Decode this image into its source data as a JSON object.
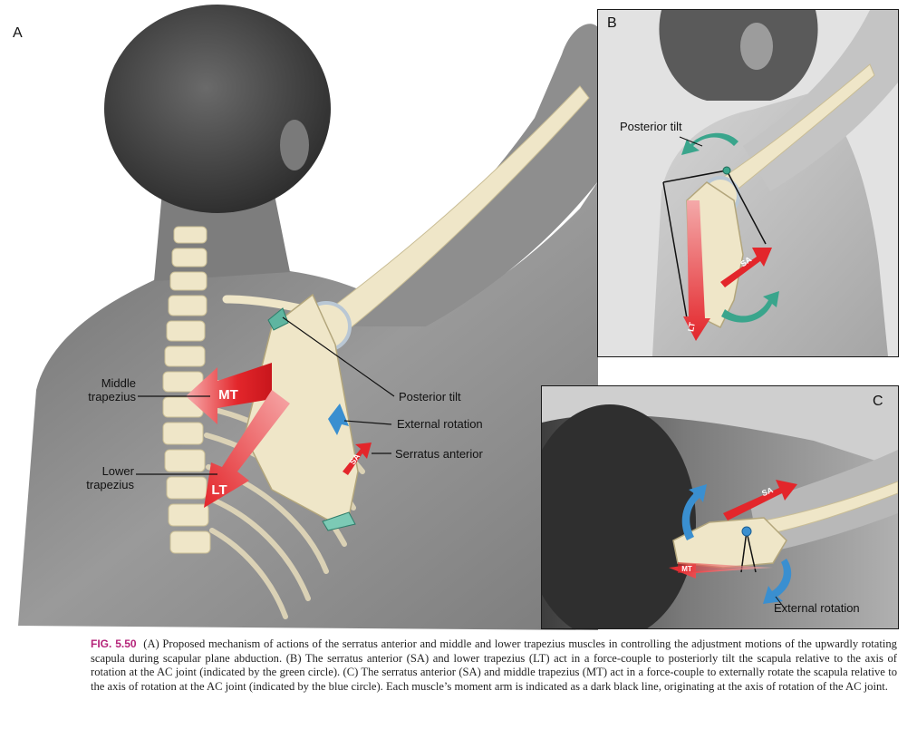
{
  "panels": {
    "a": {
      "label": "A",
      "labels": {
        "middle_trapezius": "Middle\ntrapezius",
        "lower_trapezius": "Lower\ntrapezius",
        "posterior_tilt": "Posterior tilt",
        "external_rotation": "External rotation",
        "serratus_anterior": "Serratus anterior"
      },
      "arrow_tags": {
        "mt": "MT",
        "lt": "LT",
        "sa": "SA"
      }
    },
    "b": {
      "label": "B",
      "labels": {
        "posterior_tilt": "Posterior tilt"
      },
      "arrow_tags": {
        "sa": "SA",
        "lt": "LT"
      }
    },
    "c": {
      "label": "C",
      "labels": {
        "external_rotation": "External rotation"
      },
      "arrow_tags": {
        "sa": "SA",
        "mt": "MT"
      }
    }
  },
  "caption": {
    "fig_number": "FIG. 5.50",
    "text": "(A) Proposed mechanism of actions of the serratus anterior and middle and lower trapezius muscles in controlling the adjustment motions of the upwardly rotating scapula during scapular plane abduction. (B) The serratus anterior (SA) and lower trapezius (LT) act in a force-couple to posteriorly tilt the scapula relative to the axis of rotation at the AC joint (indicated by the green circle). (C) The serratus anterior (SA) and middle trapezius (MT) act in a force-couple to externally rotate the scapula relative to the axis of rotation at the AC joint (indicated by the blue circle). Each muscle’s moment arm is indicated as a dark black line, originating at the axis of rotation of the AC joint."
  },
  "colors": {
    "muscle_red": "#e3262b",
    "rotation_green": "#3aa58c",
    "rotation_blue": "#3a8fd0",
    "bone": "#efe6c8",
    "skin_gray": "#8a8a8a"
  }
}
